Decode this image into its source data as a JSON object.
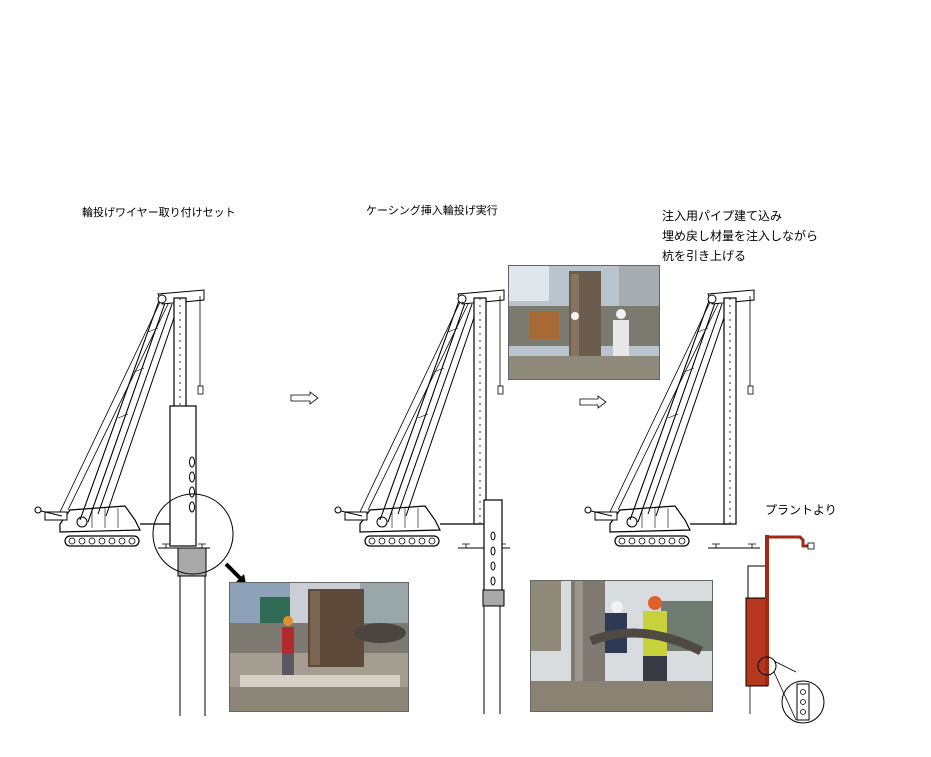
{
  "steps": [
    {
      "caption": "輪投げワイヤー取り付けセット"
    },
    {
      "caption": "ケーシング挿入輪投げ実行"
    },
    {
      "caption_lines": [
        "注入用パイプ建て込み",
        "埋め戻し材量を注入しながら",
        "杭を引き上げる"
      ]
    }
  ],
  "plant_label": "プラントより",
  "colors": {
    "line": "#000000",
    "casing": "#b5371d",
    "pipe": "#a02a14",
    "ground": "#000000"
  }
}
